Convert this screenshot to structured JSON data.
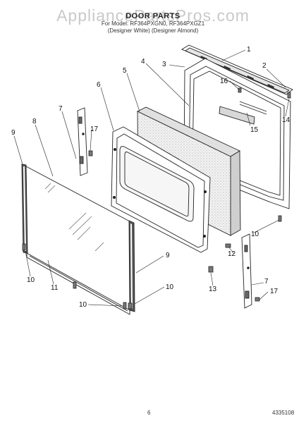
{
  "header": {
    "watermark": "AppliancePartsPros.com",
    "title": "DOOR PARTS",
    "line1": "For Model: RF364PXGN0, RF364PXGZ1",
    "line2": "(Designer White)     (Designer Almond)"
  },
  "callouts": [
    "1",
    "2",
    "3",
    "4",
    "5",
    "6",
    "7",
    "8",
    "9",
    "10",
    "11",
    "12",
    "13",
    "14",
    "15",
    "16",
    "17"
  ],
  "footer": {
    "page_number": "6",
    "doc_number": "4335108"
  }
}
